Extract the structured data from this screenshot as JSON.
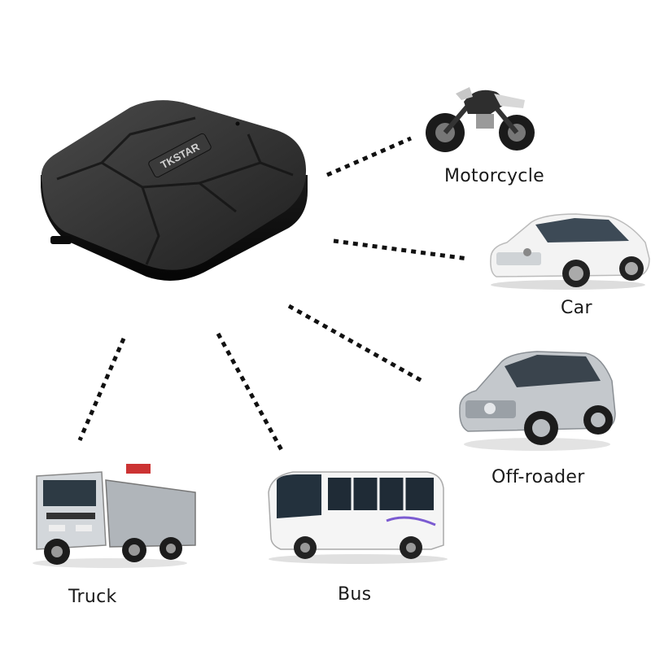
{
  "device": {
    "brand": "TKSTAR",
    "icon": "gps-tracker-icon"
  },
  "vehicles": [
    {
      "label": "Motorcycle",
      "icon": "motorcycle-icon"
    },
    {
      "label": "Car",
      "icon": "car-icon"
    },
    {
      "label": "Off-roader",
      "icon": "suv-icon"
    },
    {
      "label": "Bus",
      "icon": "bus-icon"
    },
    {
      "label": "Truck",
      "icon": "truck-icon"
    }
  ],
  "colors": {
    "device": "#2b2b2b",
    "connector": "#111111",
    "car": "#f2f2f2",
    "suv": "#bfc3c7",
    "bus": "#f5f5f5",
    "truck": "#c9cdd2"
  }
}
